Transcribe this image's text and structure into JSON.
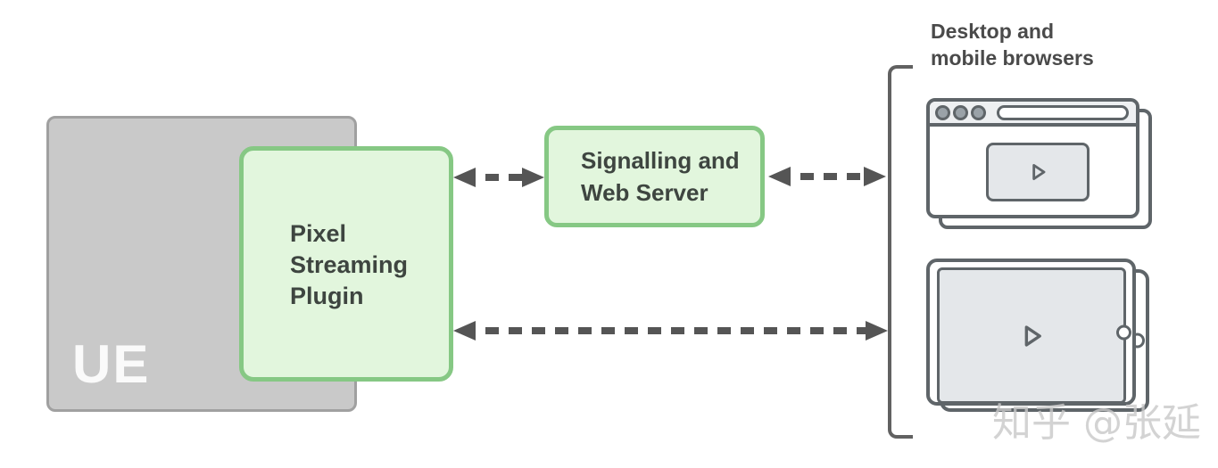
{
  "colors": {
    "green_fill": "#e2f6dd",
    "green_border": "#86c884",
    "gray_fill": "#c9c9c9",
    "gray_border": "#a0a0a0",
    "arrow": "#555555",
    "outline": "#5f6569",
    "dark_text": "#3e4540",
    "label_text": "#4a4a4a",
    "screen_fill": "#e4e7ea",
    "watermark_color": "rgba(200,200,200,0.8)"
  },
  "nodes": {
    "ue": {
      "label": "UE"
    },
    "plugin": {
      "label": "Pixel\nStreaming\nPlugin"
    },
    "signalling": {
      "label": "Signalling and\nWeb Server"
    },
    "clients": {
      "label": "Desktop and\nmobile browsers"
    }
  },
  "watermark": {
    "text": "知乎 @张延"
  }
}
